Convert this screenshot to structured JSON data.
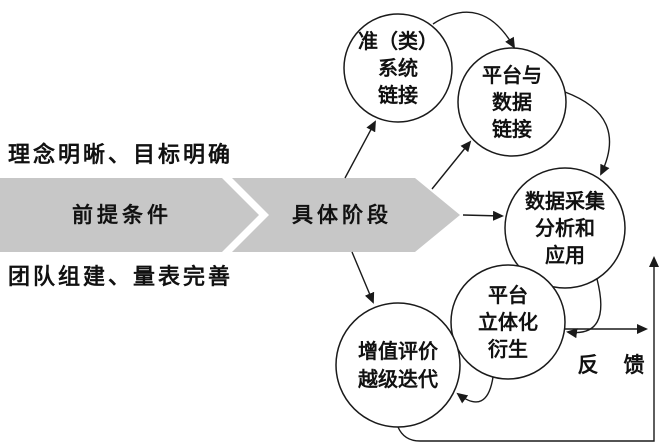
{
  "diagram": {
    "labels": {
      "top_left": "理念明晰、目标明确",
      "bottom_left": "团队组建、量表完善",
      "feedback": "反　馈"
    },
    "banner": {
      "segment1_label": "前提条件",
      "segment2_label": "具体阶段"
    },
    "circles": [
      {
        "id": "quasi-system-link",
        "lines": [
          "准（类）",
          "系统",
          "链接"
        ]
      },
      {
        "id": "platform-data-link",
        "lines": [
          "平台与",
          "数据",
          "链接"
        ]
      },
      {
        "id": "data-collection",
        "lines": [
          "数据采集",
          "分析和",
          "应用"
        ]
      },
      {
        "id": "platform-3d",
        "lines": [
          "平台",
          "立体化",
          "衍生"
        ]
      },
      {
        "id": "value-added",
        "lines": [
          "增值评价",
          "越级迭代"
        ]
      }
    ],
    "colors": {
      "banner_fill": "#c7c7c7",
      "line": "#1a1a1a",
      "circle_fill": "#ffffff",
      "background": "#ffffff"
    }
  }
}
